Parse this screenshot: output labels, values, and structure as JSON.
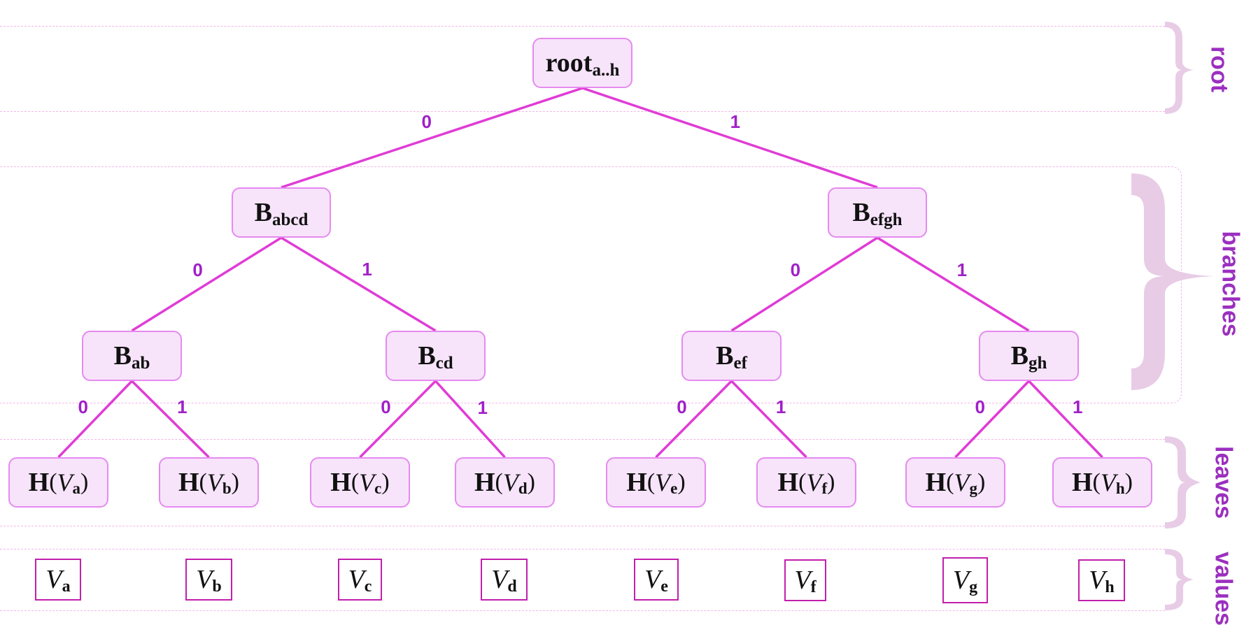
{
  "colors": {
    "node_fill": "#f7e4fa",
    "node_border": "#e58af0",
    "edge": "#e03cd6",
    "edge_label": "#a020c8",
    "value_border": "#c21fad",
    "brace": "#e8cce6",
    "level_label": "#9b2fbf",
    "guide": "#f3b6e8"
  },
  "levels": {
    "root": "root",
    "branches": "branches",
    "leaves": "leaves",
    "values": "values"
  },
  "root": {
    "main": "root",
    "sub": "a..h"
  },
  "branches": [
    {
      "id": "B_abcd",
      "main": "B",
      "sub": "abcd"
    },
    {
      "id": "B_efgh",
      "main": "B",
      "sub": "efgh"
    },
    {
      "id": "B_ab",
      "main": "B",
      "sub": "ab"
    },
    {
      "id": "B_cd",
      "main": "B",
      "sub": "cd"
    },
    {
      "id": "B_ef",
      "main": "B",
      "sub": "ef"
    },
    {
      "id": "B_gh",
      "main": "B",
      "sub": "gh"
    }
  ],
  "leaves": [
    {
      "hash": "H",
      "open": "(",
      "var": "V",
      "sub": "a",
      "close": ")"
    },
    {
      "hash": "H",
      "open": "(",
      "var": "V",
      "sub": "b",
      "close": ")"
    },
    {
      "hash": "H",
      "open": "(",
      "var": "V",
      "sub": "c",
      "close": ")"
    },
    {
      "hash": "H",
      "open": "(",
      "var": "V",
      "sub": "d",
      "close": ")"
    },
    {
      "hash": "H",
      "open": "(",
      "var": "V",
      "sub": "e",
      "close": ")"
    },
    {
      "hash": "H",
      "open": "(",
      "var": "V",
      "sub": "f",
      "close": ")"
    },
    {
      "hash": "H",
      "open": "(",
      "var": "V",
      "sub": "g",
      "close": ")"
    },
    {
      "hash": "H",
      "open": "(",
      "var": "V",
      "sub": "h",
      "close": ")"
    }
  ],
  "values": [
    {
      "var": "V",
      "sub": "a"
    },
    {
      "var": "V",
      "sub": "b"
    },
    {
      "var": "V",
      "sub": "c"
    },
    {
      "var": "V",
      "sub": "d"
    },
    {
      "var": "V",
      "sub": "e"
    },
    {
      "var": "V",
      "sub": "f"
    },
    {
      "var": "V",
      "sub": "g"
    },
    {
      "var": "V",
      "sub": "h"
    }
  ],
  "edges": [
    {
      "from": "root",
      "to": "B_abcd",
      "label": "0"
    },
    {
      "from": "root",
      "to": "B_efgh",
      "label": "1"
    },
    {
      "from": "B_abcd",
      "to": "B_ab",
      "label": "0"
    },
    {
      "from": "B_abcd",
      "to": "B_cd",
      "label": "1"
    },
    {
      "from": "B_efgh",
      "to": "B_ef",
      "label": "0"
    },
    {
      "from": "B_efgh",
      "to": "B_gh",
      "label": "1"
    },
    {
      "from": "B_ab",
      "to": "leaf_a",
      "label": "0"
    },
    {
      "from": "B_ab",
      "to": "leaf_b",
      "label": "1"
    },
    {
      "from": "B_cd",
      "to": "leaf_c",
      "label": "0"
    },
    {
      "from": "B_cd",
      "to": "leaf_d",
      "label": "1"
    },
    {
      "from": "B_ef",
      "to": "leaf_e",
      "label": "0"
    },
    {
      "from": "B_ef",
      "to": "leaf_f",
      "label": "1"
    },
    {
      "from": "B_gh",
      "to": "leaf_g",
      "label": "0"
    },
    {
      "from": "B_gh",
      "to": "leaf_h",
      "label": "1"
    }
  ]
}
